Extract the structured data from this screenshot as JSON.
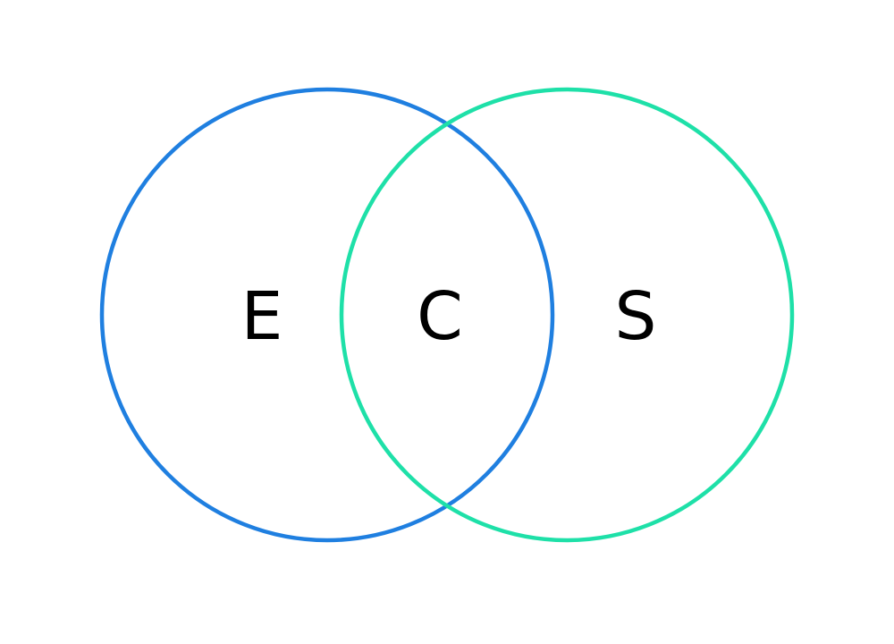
{
  "diagram": {
    "type": "venn",
    "sets": [
      {
        "id": "left",
        "label": "E",
        "color": "#1f7fe0"
      },
      {
        "id": "right",
        "label": "S",
        "color": "#1ee0a8"
      }
    ],
    "intersection": {
      "label": "C"
    }
  }
}
